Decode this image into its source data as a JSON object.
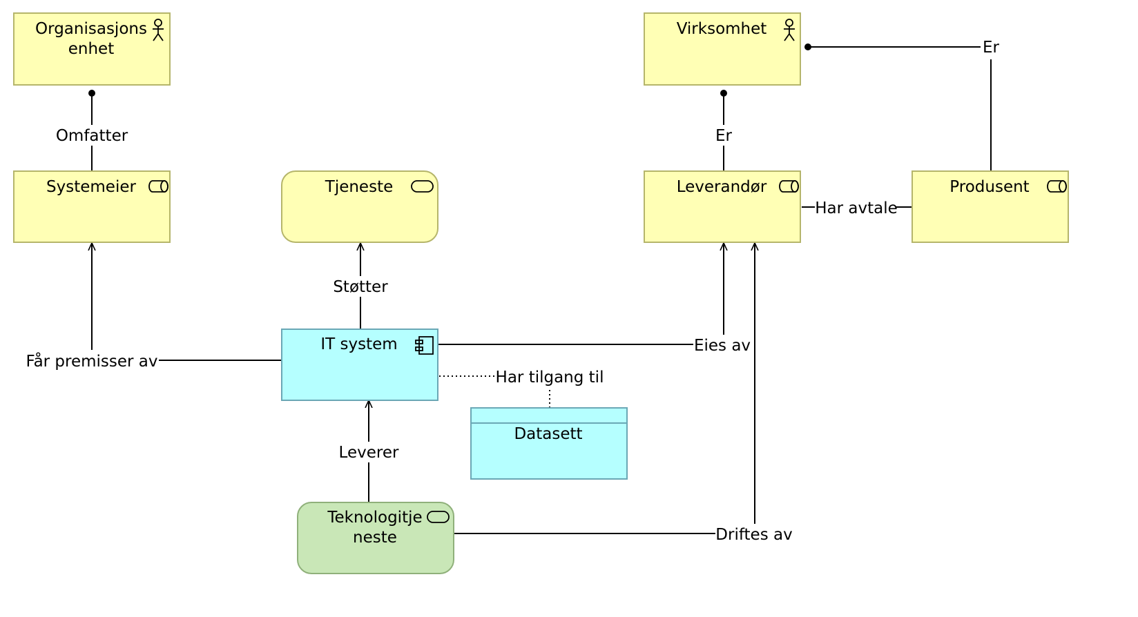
{
  "colors": {
    "business": "#ffffb5",
    "business_border": "#b5b56a",
    "application": "#b5ffff",
    "application_border": "#6aa7b5",
    "technology": "#c9e7b7",
    "technology_border": "#8fb07a"
  },
  "nodes": {
    "organisasjonsenhet": {
      "line1": "Organisasjons",
      "line2": "enhet",
      "icon": "actor-icon"
    },
    "virksomhet": {
      "title": "Virksomhet",
      "icon": "actor-icon"
    },
    "systemeier": {
      "title": "Systemeier",
      "icon": "role-icon"
    },
    "tjeneste": {
      "title": "Tjeneste",
      "icon": "service-icon"
    },
    "leverandor": {
      "title": "Leverandør",
      "icon": "role-icon"
    },
    "produsent": {
      "title": "Produsent",
      "icon": "role-icon"
    },
    "it_system": {
      "title": "IT system",
      "icon": "component-icon"
    },
    "datasett": {
      "title": "Datasett",
      "icon": "data-object"
    },
    "teknologitjeneste": {
      "line1": "Teknologitje",
      "line2": "neste",
      "icon": "service-icon"
    }
  },
  "edges": {
    "omfatter": "Omfatter",
    "er_leverandor": "Er",
    "er_produsent": "Er",
    "har_avtale": "Har avtale",
    "stotter": "Støtter",
    "far_premisser_av": "Får premisser av",
    "eies_av": "Eies av",
    "har_tilgang_til": "Har tilgang til",
    "leverer": "Leverer",
    "driftes_av": "Driftes av"
  }
}
